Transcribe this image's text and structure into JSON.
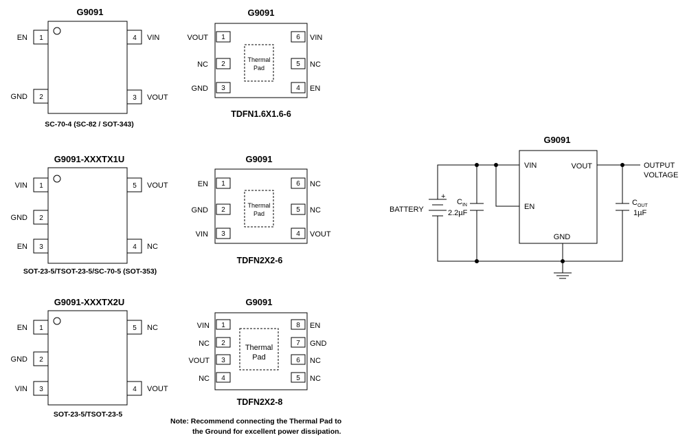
{
  "sc70_4": {
    "title": "G9091",
    "caption": "SC-70-4 (SC-82 / SOT-343)",
    "pins": [
      {
        "num": "1",
        "name": "EN"
      },
      {
        "num": "2",
        "name": "GND"
      },
      {
        "num": "3",
        "name": "VOUT"
      },
      {
        "num": "4",
        "name": "VIN"
      }
    ]
  },
  "tdfn16_6": {
    "title": "G9091",
    "caption": "TDFN1.6X1.6-6",
    "pad_line1": "Thermal",
    "pad_line2": "Pad",
    "pins": [
      {
        "num": "1",
        "name": "VOUT"
      },
      {
        "num": "2",
        "name": "NC"
      },
      {
        "num": "3",
        "name": "GND"
      },
      {
        "num": "4",
        "name": "EN"
      },
      {
        "num": "5",
        "name": "NC"
      },
      {
        "num": "6",
        "name": "VIN"
      }
    ]
  },
  "sot23_5_1u": {
    "title": "G9091-XXXTX1U",
    "caption": "SOT-23-5/TSOT-23-5/SC-70-5 (SOT-353)",
    "pins": [
      {
        "num": "1",
        "name": "VIN"
      },
      {
        "num": "2",
        "name": "GND"
      },
      {
        "num": "3",
        "name": "EN"
      },
      {
        "num": "4",
        "name": "NC"
      },
      {
        "num": "5",
        "name": "VOUT"
      }
    ]
  },
  "tdfn2_6": {
    "title": "G9091",
    "caption": "TDFN2X2-6",
    "pad_line1": "Thermal",
    "pad_line2": "Pad",
    "pins": [
      {
        "num": "1",
        "name": "EN"
      },
      {
        "num": "2",
        "name": "GND"
      },
      {
        "num": "3",
        "name": "VIN"
      },
      {
        "num": "4",
        "name": "VOUT"
      },
      {
        "num": "5",
        "name": "NC"
      },
      {
        "num": "6",
        "name": "NC"
      }
    ]
  },
  "sot23_5_2u": {
    "title": "G9091-XXXTX2U",
    "caption": "SOT-23-5/TSOT-23-5",
    "pins": [
      {
        "num": "1",
        "name": "EN"
      },
      {
        "num": "2",
        "name": "GND"
      },
      {
        "num": "3",
        "name": "VIN"
      },
      {
        "num": "4",
        "name": "VOUT"
      },
      {
        "num": "5",
        "name": "NC"
      }
    ]
  },
  "tdfn2_8": {
    "title": "G9091",
    "caption": "TDFN2X2-8",
    "pad_line1": "Thermal",
    "pad_line2": "Pad",
    "pins": [
      {
        "num": "1",
        "name": "VIN"
      },
      {
        "num": "2",
        "name": "NC"
      },
      {
        "num": "3",
        "name": "VOUT"
      },
      {
        "num": "4",
        "name": "NC"
      },
      {
        "num": "5",
        "name": "NC"
      },
      {
        "num": "6",
        "name": "NC"
      },
      {
        "num": "7",
        "name": "GND"
      },
      {
        "num": "8",
        "name": "EN"
      }
    ]
  },
  "note": {
    "line1": "Note: Recommend connecting the Thermal Pad  to",
    "line2": "the Ground for excellent power dissipation."
  },
  "circuit": {
    "ic_title": "G9091",
    "pin_vin": "VIN",
    "pin_en": "EN",
    "pin_vout": "VOUT",
    "pin_gnd": "GND",
    "battery_label": "BATTERY",
    "battery_plus": "+",
    "cin_main": "C",
    "cin_sub": "IN",
    "cin_value": "2.2µF",
    "cout_main": "C",
    "cout_sub": "OUT",
    "cout_value": "1µF",
    "output_line1": "OUTPUT",
    "output_line2": "VOLTAGE"
  }
}
